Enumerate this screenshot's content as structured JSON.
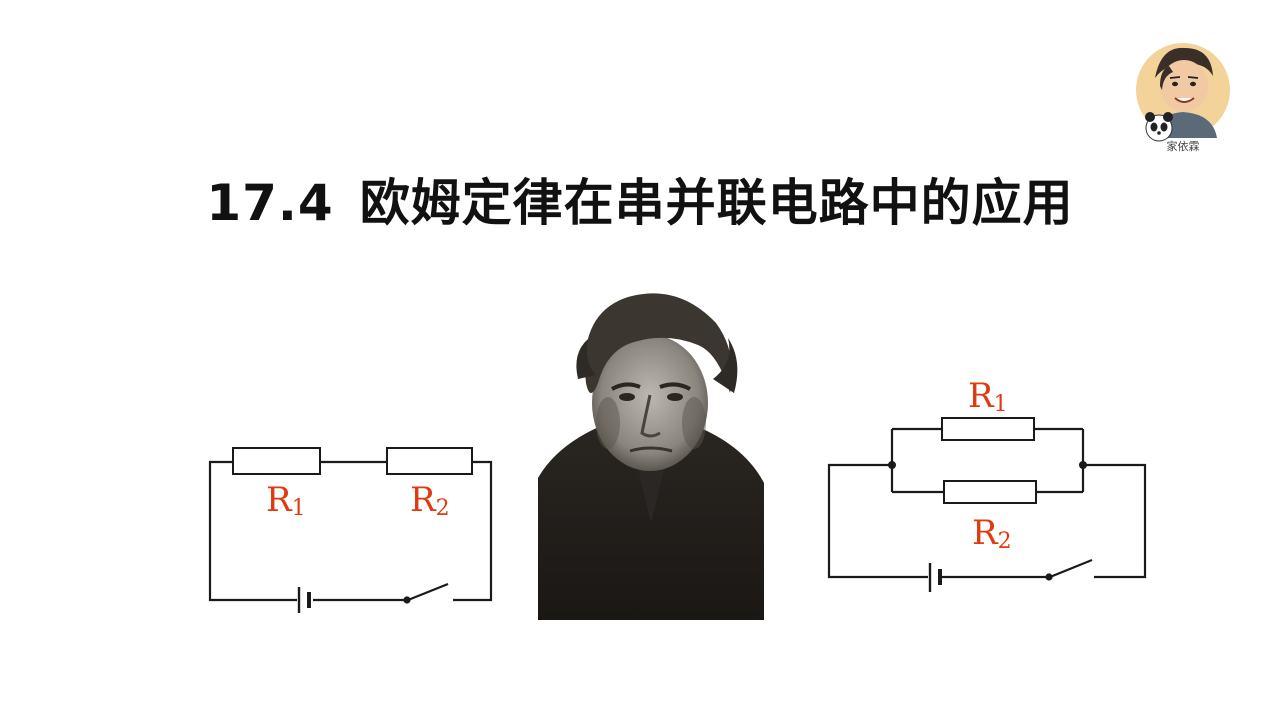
{
  "slide": {
    "section_number": "17.4",
    "title": "欧姆定律在串并联电路中的应用",
    "avatar_caption": "家依霖"
  },
  "series_circuit": {
    "r1_letter": "R",
    "r1_sub": "1",
    "r2_letter": "R",
    "r2_sub": "2"
  },
  "parallel_circuit": {
    "r1_letter": "R",
    "r1_sub": "1",
    "r2_letter": "R",
    "r2_sub": "2"
  },
  "colors": {
    "label": "#e03a10",
    "wire": "#1a1a1a"
  }
}
